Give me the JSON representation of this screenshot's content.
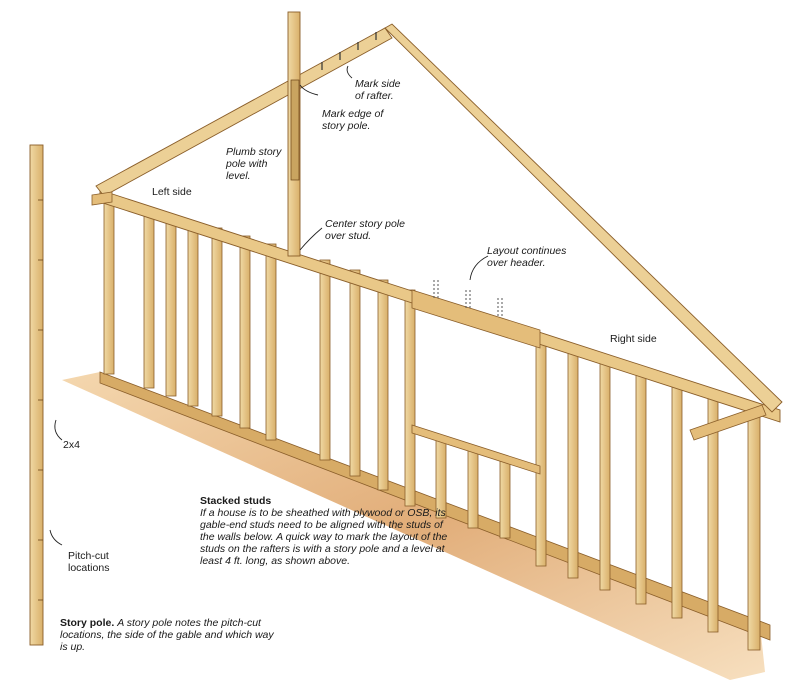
{
  "labels": {
    "mark_side_rafter": "Mark side\nof rafter.",
    "mark_edge_pole": "Mark edge of\nstory pole.",
    "plumb_pole": "Plumb story\npole with\nlevel.",
    "left_side": "Left side",
    "center_pole": "Center story pole\nover stud.",
    "layout_continues": "Layout continues\nover header.",
    "right_side": "Right side",
    "two_by_four": "2x4",
    "pitch_cut": "Pitch-cut\nlocations"
  },
  "stacked_studs": {
    "title": "Stacked studs",
    "body": "If a house is to be sheathed with plywood or OSB, its gable-end studs need to be aligned with the studs of the walls below. A quick way to mark the layout of the studs on the rafters is with a story pole and a level at least 4 ft. long, as shown above."
  },
  "story_pole": {
    "title": "Story pole.",
    "body": "A story pole notes the pitch-cut locations, the side of the gable and which way is up."
  },
  "colors": {
    "wood": "#e8c98a",
    "wood_dark": "#b98a45",
    "floor": "#d9a36a"
  }
}
